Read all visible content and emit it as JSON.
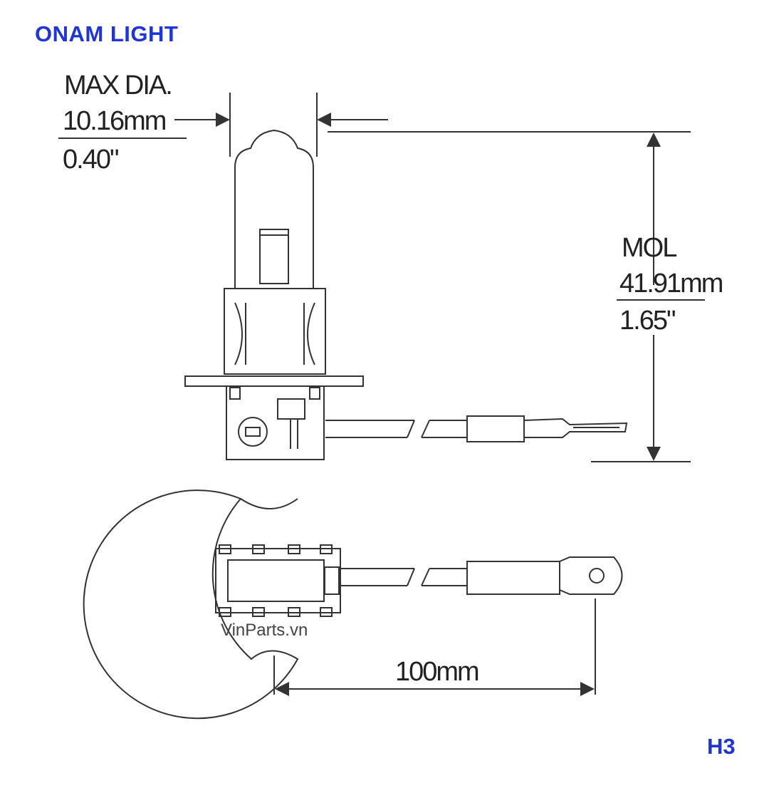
{
  "brand": "ONAM LIGHT",
  "model": "H3",
  "dimensions": {
    "max_dia": {
      "label": "MAX DIA.",
      "mm": "10.16mm",
      "inch": "0.40\""
    },
    "mol": {
      "label": "MOL",
      "mm": "41.91mm",
      "inch": "1.65\""
    },
    "lead_length": "100mm"
  },
  "watermark": "VinParts.vn",
  "colors": {
    "brand": "#1f35d6",
    "line": "#333333"
  }
}
